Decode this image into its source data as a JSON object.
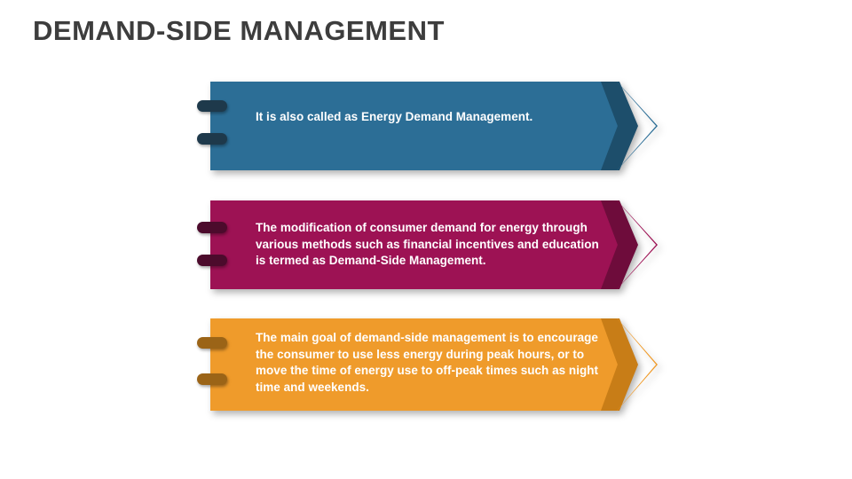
{
  "slide": {
    "title": "DEMAND-SIDE MANAGEMENT",
    "title_color": "#3d3d3d",
    "background_color": "#ffffff"
  },
  "banners": [
    {
      "id": "banner-blue",
      "text": "It is also called as Energy Demand Management.",
      "color": "#2c6e96",
      "stripe_color": "#1d4e6b",
      "tip_color": "#2c6e96",
      "pill_color": "#1e394b",
      "text_color": "#ffffff"
    },
    {
      "id": "banner-magenta",
      "text": "The modification of consumer demand for energy through various methods such as financial incentives and education is termed as Demand-Side Management.",
      "color": "#9d1254",
      "stripe_color": "#6e0c3b",
      "tip_color": "#9d1254",
      "pill_color": "#4c0b2c",
      "text_color": "#ffffff"
    },
    {
      "id": "banner-orange",
      "text": "The main goal of demand-side management is to encourage the consumer to use less energy during peak hours, or to move the time of energy use to off-peak times such as night time and weekends.",
      "color": "#ef9b2b",
      "stripe_color": "#c87d17",
      "tip_color": "#ef9b2b",
      "pill_color": "#9b6417",
      "text_color": "#ffffff"
    }
  ]
}
